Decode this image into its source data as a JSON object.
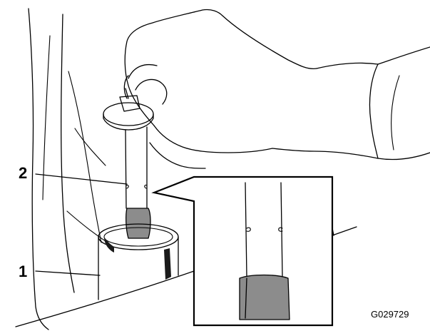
{
  "callouts": [
    {
      "id": "1",
      "label": "1"
    },
    {
      "id": "2",
      "label": "2"
    }
  ],
  "figure_id": "G029729",
  "colors": {
    "line": "#000000",
    "background": "#ffffff",
    "cap_fill": "#8c8c8c",
    "tube_shading": "#1a1a1a"
  }
}
